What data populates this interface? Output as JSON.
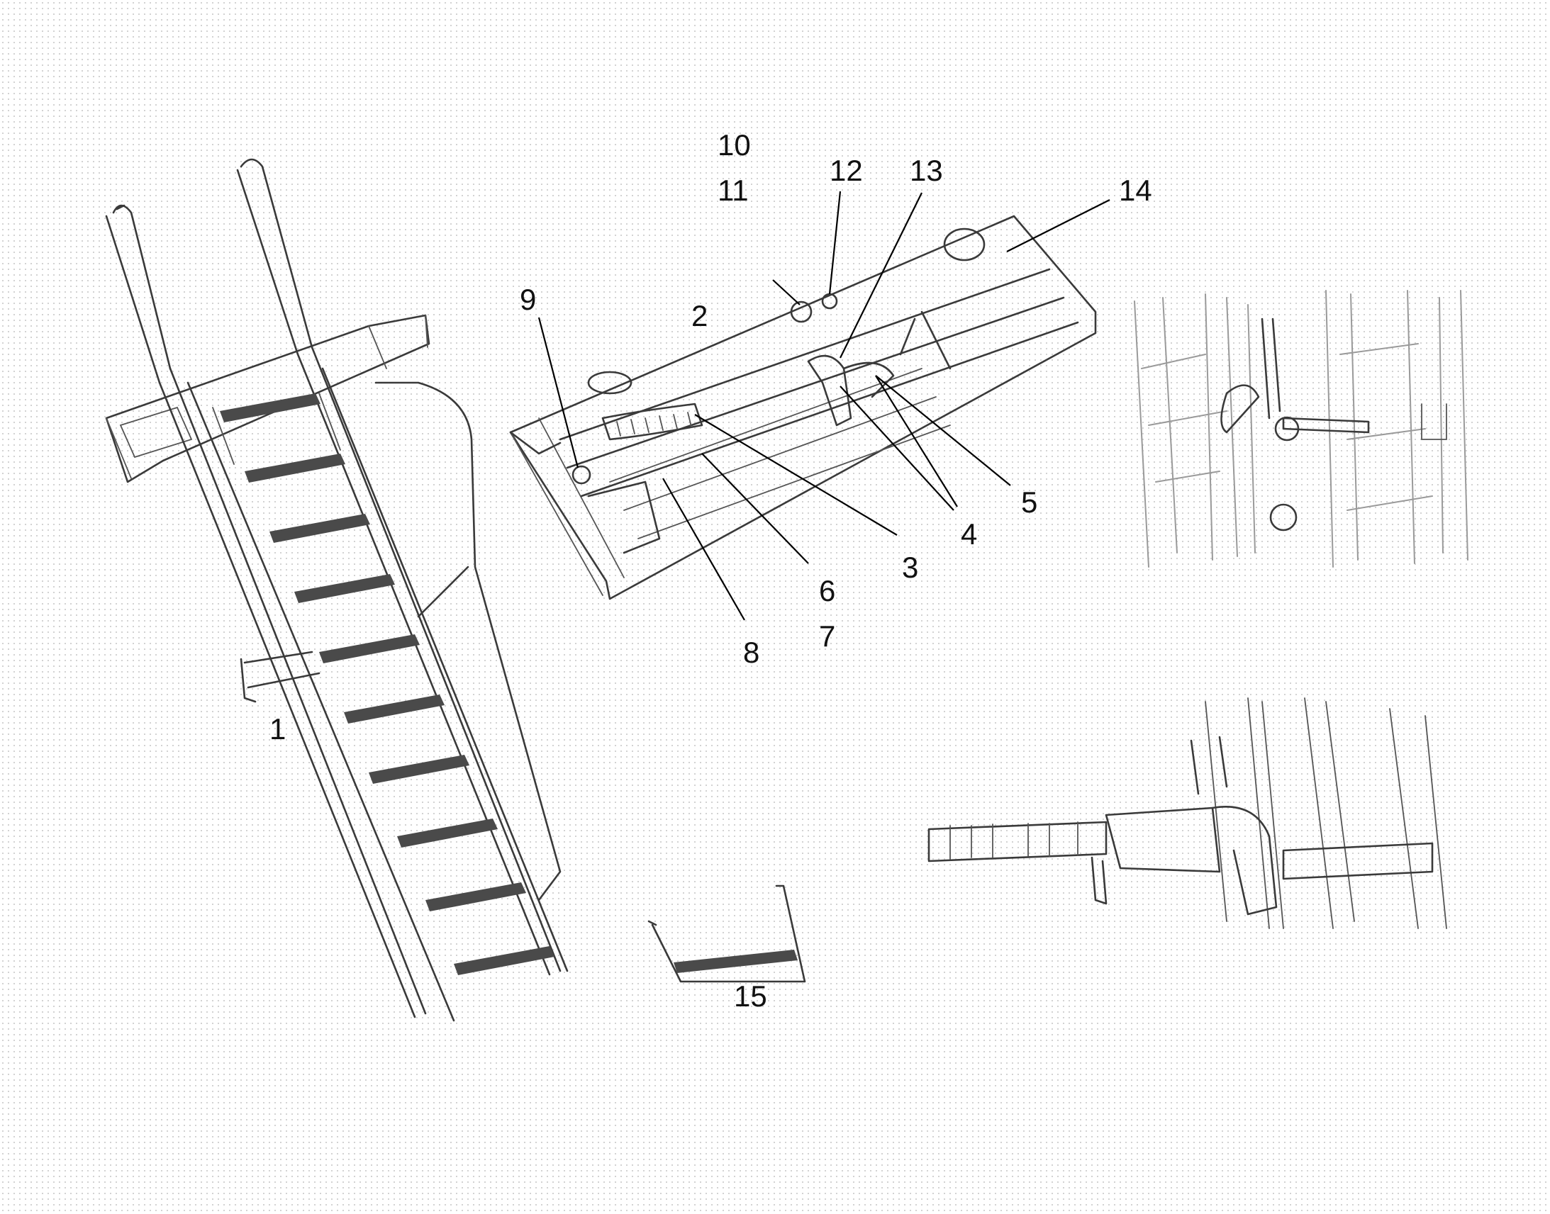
{
  "figure": {
    "callouts": {
      "c1": "1",
      "c2": "2",
      "c3": "3",
      "c4": "4",
      "c5": "5",
      "c6": "6",
      "c7": "7",
      "c8": "8",
      "c9": "9",
      "c10": "10",
      "c11": "11",
      "c12": "12",
      "c13": "13",
      "c14": "14",
      "c15": "15"
    }
  }
}
